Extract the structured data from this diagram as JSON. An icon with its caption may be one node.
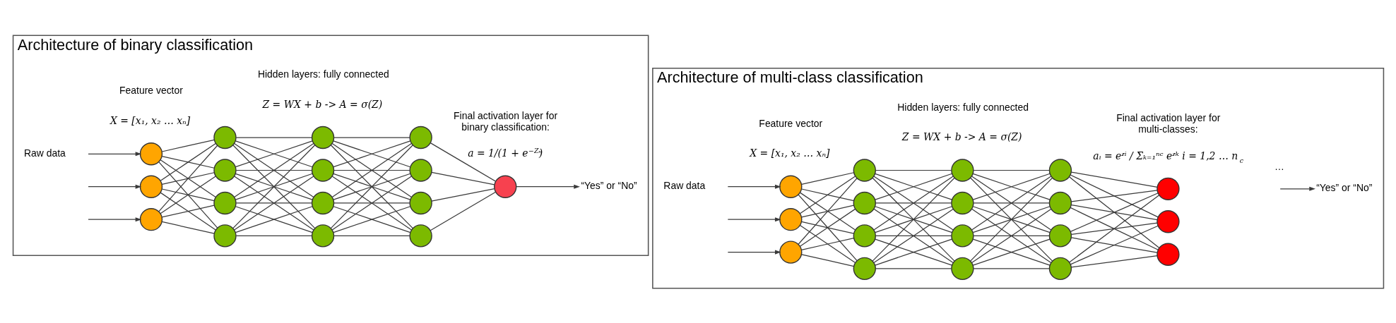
{
  "diagram": {
    "nodes": [
      {
        "text": [
          "Architecture of binary classification"
        ]
      },
      {
        "text": [],
        "shape": "circle",
        "in": 0
      },
      {
        "text": [],
        "shape": "circle",
        "in": 0
      },
      {
        "text": [],
        "shape": "circle",
        "in": 0
      },
      {
        "text": [],
        "shape": "circle",
        "in": 0
      },
      {
        "text": [],
        "shape": "circle",
        "in": 0
      },
      {
        "text": [],
        "shape": "circle",
        "in": 0
      },
      {
        "text": [],
        "shape": "circle",
        "in": 0
      },
      {
        "text": [],
        "shape": "circle",
        "in": 0
      },
      {
        "text": [],
        "shape": "circle",
        "in": 0
      },
      {
        "text": [],
        "shape": "circle",
        "in": 0
      },
      {
        "text": [],
        "shape": "circle",
        "in": 0
      },
      {
        "text": [],
        "shape": "circle",
        "in": 0
      },
      {
        "text": [],
        "shape": "circle",
        "in": 0
      },
      {
        "text": [],
        "shape": "circle",
        "in": 0
      },
      {
        "text": [],
        "shape": "circle",
        "in": 0
      },
      {
        "text": [],
        "shape": "circle",
        "in": 0
      },
      {
        "text": [
          "“Yes” or “No”"
        ],
        "in": 0
      },
      {
        "text": [
          "Architecture of multi-class classification"
        ]
      },
      {
        "text": [],
        "shape": "circle",
        "in": 18
      },
      {
        "text": [],
        "shape": "circle",
        "in": 18
      },
      {
        "text": [],
        "shape": "circle",
        "in": 18
      },
      {
        "text": [],
        "shape": "circle",
        "in": 18
      },
      {
        "text": [],
        "shape": "circle",
        "in": 18
      },
      {
        "text": [],
        "shape": "circle",
        "in": 18
      },
      {
        "text": [],
        "shape": "circle",
        "in": 18
      },
      {
        "text": [],
        "shape": "circle",
        "in": 18
      },
      {
        "text": [],
        "shape": "circle",
        "in": 18
      },
      {
        "text": [],
        "shape": "circle",
        "in": 18
      },
      {
        "text": [],
        "shape": "circle",
        "in": 18
      },
      {
        "text": [],
        "shape": "circle",
        "in": 18
      },
      {
        "text": [],
        "shape": "circle",
        "in": 18
      },
      {
        "text": [],
        "shape": "circle",
        "in": 18
      },
      {
        "text": [],
        "shape": "circle",
        "in": 18
      },
      {
        "text": [],
        "shape": "circle",
        "in": 18
      },
      {
        "text": [],
        "shape": "circle",
        "in": 18
      },
      {
        "text": [],
        "shape": "circle",
        "in": 18
      },
      {
        "text": [
          "“Yes” or “No”"
        ],
        "in": 18
      }
    ],
    "edges": [
      {
        "from": null,
        "to": 1,
        "arrow": "to"
      },
      {
        "from": null,
        "to": 2,
        "arrow": "to"
      },
      {
        "from": null,
        "to": 3,
        "arrow": "to"
      },
      {
        "from": 1,
        "to": 4,
        "arrow": "none"
      },
      {
        "from": 1,
        "to": 5,
        "arrow": "none"
      },
      {
        "from": 1,
        "to": 6,
        "arrow": "none"
      },
      {
        "from": 1,
        "to": 7,
        "arrow": "none"
      },
      {
        "from": 2,
        "to": 4,
        "arrow": "none"
      },
      {
        "from": 2,
        "to": 5,
        "arrow": "none"
      },
      {
        "from": 2,
        "to": 6,
        "arrow": "none"
      },
      {
        "from": 2,
        "to": 7,
        "arrow": "none"
      },
      {
        "from": 3,
        "to": 4,
        "arrow": "none"
      },
      {
        "from": 3,
        "to": 5,
        "arrow": "none"
      },
      {
        "from": 3,
        "to": 6,
        "arrow": "none"
      },
      {
        "from": 3,
        "to": 7,
        "arrow": "none"
      },
      {
        "from": 4,
        "to": 8,
        "arrow": "none"
      },
      {
        "from": 4,
        "to": 9,
        "arrow": "none"
      },
      {
        "from": 4,
        "to": 10,
        "arrow": "none"
      },
      {
        "from": 4,
        "to": 11,
        "arrow": "none"
      },
      {
        "from": 5,
        "to": 8,
        "arrow": "none"
      },
      {
        "from": 5,
        "to": 9,
        "arrow": "none"
      },
      {
        "from": 5,
        "to": 10,
        "arrow": "none"
      },
      {
        "from": 5,
        "to": 11,
        "arrow": "none"
      },
      {
        "from": 6,
        "to": 8,
        "arrow": "none"
      },
      {
        "from": 6,
        "to": 9,
        "arrow": "none"
      },
      {
        "from": 6,
        "to": 10,
        "arrow": "none"
      },
      {
        "from": 6,
        "to": 11,
        "arrow": "none"
      },
      {
        "from": 7,
        "to": 8,
        "arrow": "none"
      },
      {
        "from": 7,
        "to": 9,
        "arrow": "none"
      },
      {
        "from": 7,
        "to": 10,
        "arrow": "none"
      },
      {
        "from": 7,
        "to": 11,
        "arrow": "none"
      },
      {
        "from": 8,
        "to": 12,
        "arrow": "none"
      },
      {
        "from": 8,
        "to": 13,
        "arrow": "none"
      },
      {
        "from": 8,
        "to": 14,
        "arrow": "none"
      },
      {
        "from": 8,
        "to": 15,
        "arrow": "none"
      },
      {
        "from": 9,
        "to": 12,
        "arrow": "none"
      },
      {
        "from": 9,
        "to": 13,
        "arrow": "none"
      },
      {
        "from": 9,
        "to": 14,
        "arrow": "none"
      },
      {
        "from": 9,
        "to": 15,
        "arrow": "none"
      },
      {
        "from": 10,
        "to": 12,
        "arrow": "none"
      },
      {
        "from": 10,
        "to": 13,
        "arrow": "none"
      },
      {
        "from": 10,
        "to": 14,
        "arrow": "none"
      },
      {
        "from": 10,
        "to": 15,
        "arrow": "none"
      },
      {
        "from": 11,
        "to": 12,
        "arrow": "none"
      },
      {
        "from": 11,
        "to": 13,
        "arrow": "none"
      },
      {
        "from": 11,
        "to": 14,
        "arrow": "none"
      },
      {
        "from": 11,
        "to": 15,
        "arrow": "none"
      },
      {
        "from": 12,
        "to": 16,
        "arrow": "none"
      },
      {
        "from": 13,
        "to": 16,
        "arrow": "none"
      },
      {
        "from": 14,
        "to": 16,
        "arrow": "none"
      },
      {
        "from": 15,
        "to": 16,
        "arrow": "none"
      },
      {
        "from": 16,
        "to": 17,
        "arrow": "to"
      },
      {
        "from": null,
        "to": 19,
        "arrow": "to"
      },
      {
        "from": null,
        "to": 20,
        "arrow": "to"
      },
      {
        "from": null,
        "to": 21,
        "arrow": "to"
      },
      {
        "from": 19,
        "to": 22,
        "arrow": "none"
      },
      {
        "from": 19,
        "to": 23,
        "arrow": "none"
      },
      {
        "from": 19,
        "to": 24,
        "arrow": "none"
      },
      {
        "from": 19,
        "to": 25,
        "arrow": "none"
      },
      {
        "from": 20,
        "to": 22,
        "arrow": "none"
      },
      {
        "from": 20,
        "to": 23,
        "arrow": "none"
      },
      {
        "from": 20,
        "to": 24,
        "arrow": "none"
      },
      {
        "from": 20,
        "to": 25,
        "arrow": "none"
      },
      {
        "from": 21,
        "to": 22,
        "arrow": "none"
      },
      {
        "from": 21,
        "to": 23,
        "arrow": "none"
      },
      {
        "from": 21,
        "to": 24,
        "arrow": "none"
      },
      {
        "from": 21,
        "to": 25,
        "arrow": "none"
      },
      {
        "from": 22,
        "to": 26,
        "arrow": "none"
      },
      {
        "from": 22,
        "to": 27,
        "arrow": "none"
      },
      {
        "from": 22,
        "to": 28,
        "arrow": "none"
      },
      {
        "from": 22,
        "to": 29,
        "arrow": "none"
      },
      {
        "from": 23,
        "to": 26,
        "arrow": "none"
      },
      {
        "from": 23,
        "to": 27,
        "arrow": "none"
      },
      {
        "from": 23,
        "to": 28,
        "arrow": "none"
      },
      {
        "from": 23,
        "to": 29,
        "arrow": "none"
      },
      {
        "from": 24,
        "to": 26,
        "arrow": "none"
      },
      {
        "from": 24,
        "to": 27,
        "arrow": "none"
      },
      {
        "from": 24,
        "to": 28,
        "arrow": "none"
      },
      {
        "from": 24,
        "to": 29,
        "arrow": "none"
      },
      {
        "from": 25,
        "to": 26,
        "arrow": "none"
      },
      {
        "from": 25,
        "to": 27,
        "arrow": "none"
      },
      {
        "from": 25,
        "to": 28,
        "arrow": "none"
      },
      {
        "from": 25,
        "to": 29,
        "arrow": "none"
      },
      {
        "from": 26,
        "to": 30,
        "arrow": "none"
      },
      {
        "from": 26,
        "to": 31,
        "arrow": "none"
      },
      {
        "from": 26,
        "to": 32,
        "arrow": "none"
      },
      {
        "from": 26,
        "to": 33,
        "arrow": "none"
      },
      {
        "from": 27,
        "to": 30,
        "arrow": "none"
      },
      {
        "from": 27,
        "to": 31,
        "arrow": "none"
      },
      {
        "from": 27,
        "to": 32,
        "arrow": "none"
      },
      {
        "from": 27,
        "to": 33,
        "arrow": "none"
      },
      {
        "from": 28,
        "to": 30,
        "arrow": "none"
      },
      {
        "from": 28,
        "to": 31,
        "arrow": "none"
      },
      {
        "from": 28,
        "to": 32,
        "arrow": "none"
      },
      {
        "from": 28,
        "to": 33,
        "arrow": "none"
      },
      {
        "from": 29,
        "to": 30,
        "arrow": "none"
      },
      {
        "from": 29,
        "to": 31,
        "arrow": "none"
      },
      {
        "from": 29,
        "to": 32,
        "arrow": "none"
      },
      {
        "from": 29,
        "to": 33,
        "arrow": "none"
      },
      {
        "from": 30,
        "to": 34,
        "arrow": "none"
      },
      {
        "from": 30,
        "to": 35,
        "arrow": "none"
      },
      {
        "from": 30,
        "to": 36,
        "arrow": "none"
      },
      {
        "from": 31,
        "to": 34,
        "arrow": "none"
      },
      {
        "from": 31,
        "to": 35,
        "arrow": "none"
      },
      {
        "from": 31,
        "to": 36,
        "arrow": "none"
      },
      {
        "from": 32,
        "to": 34,
        "arrow": "none"
      },
      {
        "from": 32,
        "to": 35,
        "arrow": "none"
      },
      {
        "from": 32,
        "to": 36,
        "arrow": "none"
      },
      {
        "from": 33,
        "to": 34,
        "arrow": "none"
      },
      {
        "from": 33,
        "to": 35,
        "arrow": "none"
      },
      {
        "from": 33,
        "to": 36,
        "arrow": "none"
      },
      {
        "from": null,
        "to": 37,
        "arrow": "to"
      }
    ],
    "labels": [
      "Feature vector",
      "X = [x₁, x₂ … xₙ]",
      "Raw data",
      "Hidden layers: fully connected",
      "Z = WX + b -> A = σ(Z)",
      "Final activation layer for binary classification:",
      "a = 1/(1 + e$^{−Zₙ}$)",
      "Feature vector",
      "X = [x₁, x₂ … xₙ]",
      "Raw data",
      "Hidden layers: fully connected",
      "Z = WX + b -> A = σ(Z)",
      "Final activation layer for multi-classes:",
      "aᵢ = eᶻⁱ / Σₖ₌₁ⁿᶜ eᶻᵏ i = 1,2 … n$_{c}$",
      "…"
    ]
  }
}
